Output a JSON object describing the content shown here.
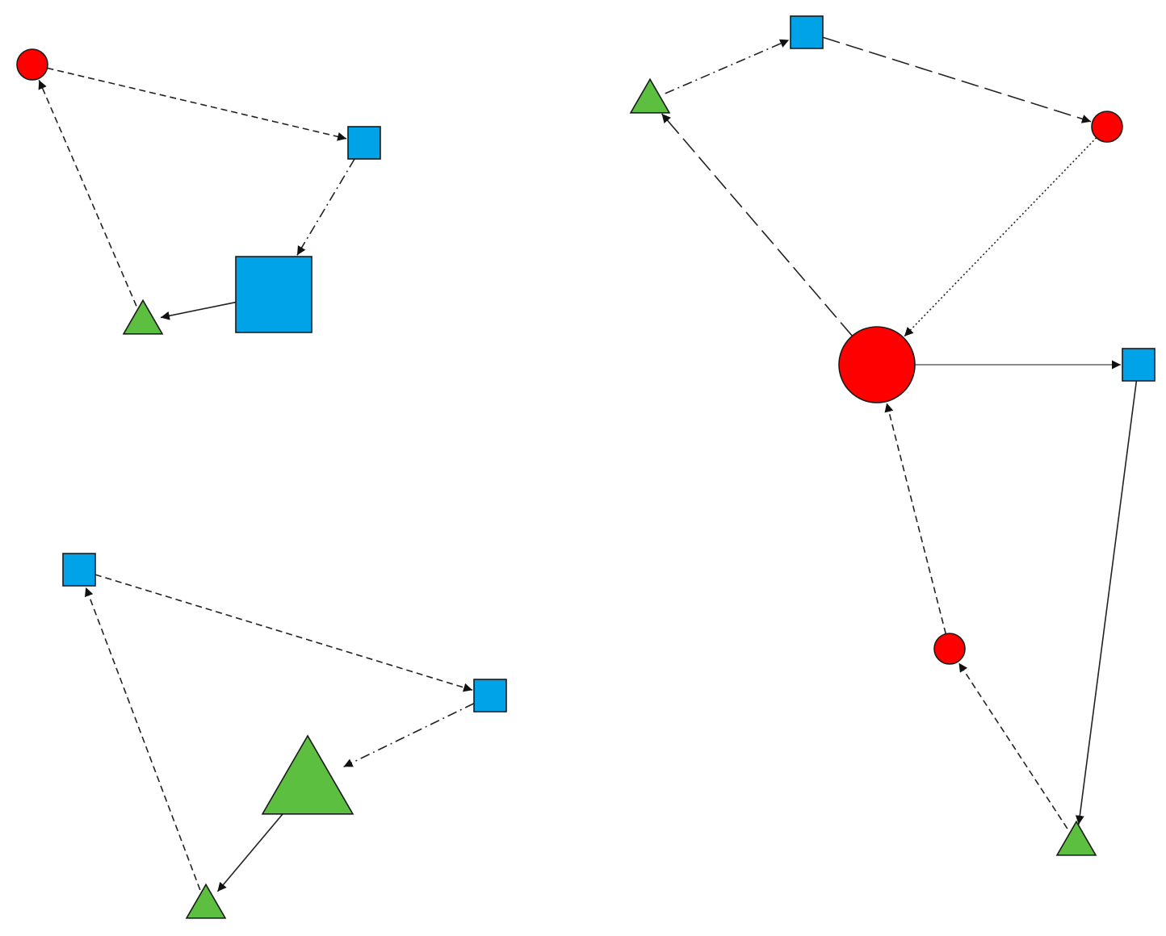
{
  "colors": {
    "circle": "#ff0000",
    "square": "#00a2e8",
    "triangle": "#5cbf3f",
    "edge": "#222222",
    "edge_solid_gray": "#666666"
  },
  "node_shapes": [
    "circle",
    "square",
    "triangle"
  ],
  "edge_styles": [
    "solid",
    "dashed",
    "dash-dot",
    "long-dash",
    "dotted"
  ],
  "graphs": [
    {
      "id": "graph-top-left",
      "nodes": [
        {
          "id": "a1",
          "shape": "circle",
          "size": "small"
        },
        {
          "id": "a2",
          "shape": "square",
          "size": "small"
        },
        {
          "id": "a3",
          "shape": "square",
          "size": "large"
        },
        {
          "id": "a4",
          "shape": "triangle",
          "size": "small"
        }
      ],
      "edges": [
        {
          "from": "a1",
          "to": "a2",
          "style": "dashed"
        },
        {
          "from": "a2",
          "to": "a3",
          "style": "dash-dot"
        },
        {
          "from": "a3",
          "to": "a4",
          "style": "solid"
        },
        {
          "from": "a4",
          "to": "a1",
          "style": "dashed"
        }
      ]
    },
    {
      "id": "graph-bottom-left",
      "nodes": [
        {
          "id": "b1",
          "shape": "square",
          "size": "small"
        },
        {
          "id": "b2",
          "shape": "square",
          "size": "small"
        },
        {
          "id": "b3",
          "shape": "triangle",
          "size": "large"
        },
        {
          "id": "b4",
          "shape": "triangle",
          "size": "small"
        }
      ],
      "edges": [
        {
          "from": "b1",
          "to": "b2",
          "style": "dashed"
        },
        {
          "from": "b2",
          "to": "b3",
          "style": "dash-dot"
        },
        {
          "from": "b3",
          "to": "b4",
          "style": "solid"
        },
        {
          "from": "b4",
          "to": "b1",
          "style": "dashed"
        }
      ]
    },
    {
      "id": "graph-right",
      "nodes": [
        {
          "id": "c1",
          "shape": "triangle",
          "size": "small"
        },
        {
          "id": "c2",
          "shape": "square",
          "size": "small"
        },
        {
          "id": "c3",
          "shape": "circle",
          "size": "small"
        },
        {
          "id": "c4",
          "shape": "circle",
          "size": "large"
        },
        {
          "id": "c5",
          "shape": "square",
          "size": "small"
        },
        {
          "id": "c6",
          "shape": "circle",
          "size": "small"
        },
        {
          "id": "c7",
          "shape": "triangle",
          "size": "small"
        }
      ],
      "edges": [
        {
          "from": "c1",
          "to": "c2",
          "style": "dash-dot"
        },
        {
          "from": "c2",
          "to": "c3",
          "style": "long-dash"
        },
        {
          "from": "c3",
          "to": "c4",
          "style": "dotted"
        },
        {
          "from": "c4",
          "to": "c1",
          "style": "long-dash"
        },
        {
          "from": "c4",
          "to": "c5",
          "style": "solid-gray"
        },
        {
          "from": "c5",
          "to": "c7",
          "style": "solid"
        },
        {
          "from": "c7",
          "to": "c6",
          "style": "dashed"
        },
        {
          "from": "c6",
          "to": "c4",
          "style": "dashed"
        }
      ]
    }
  ]
}
